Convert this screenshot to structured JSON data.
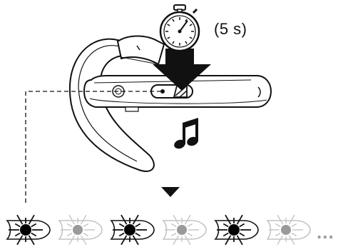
{
  "figure": {
    "duration_label": "(5 s)",
    "continuation": "..."
  },
  "icons": {
    "timer": "stopwatch-icon",
    "press": "down-arrow-icon",
    "tone": "music-note-icon",
    "next_step": "triangle-down-icon"
  },
  "led_sequence": {
    "states": [
      "on",
      "off",
      "on",
      "off",
      "on",
      "off"
    ],
    "continues": true
  },
  "colors": {
    "line": "#111111",
    "headset_fill": "#ffffff",
    "headset_shade": "#d9d9d9",
    "led_on": "#000000",
    "led_off": "#9a9a9a",
    "ray_off": "#c4c4c4"
  }
}
